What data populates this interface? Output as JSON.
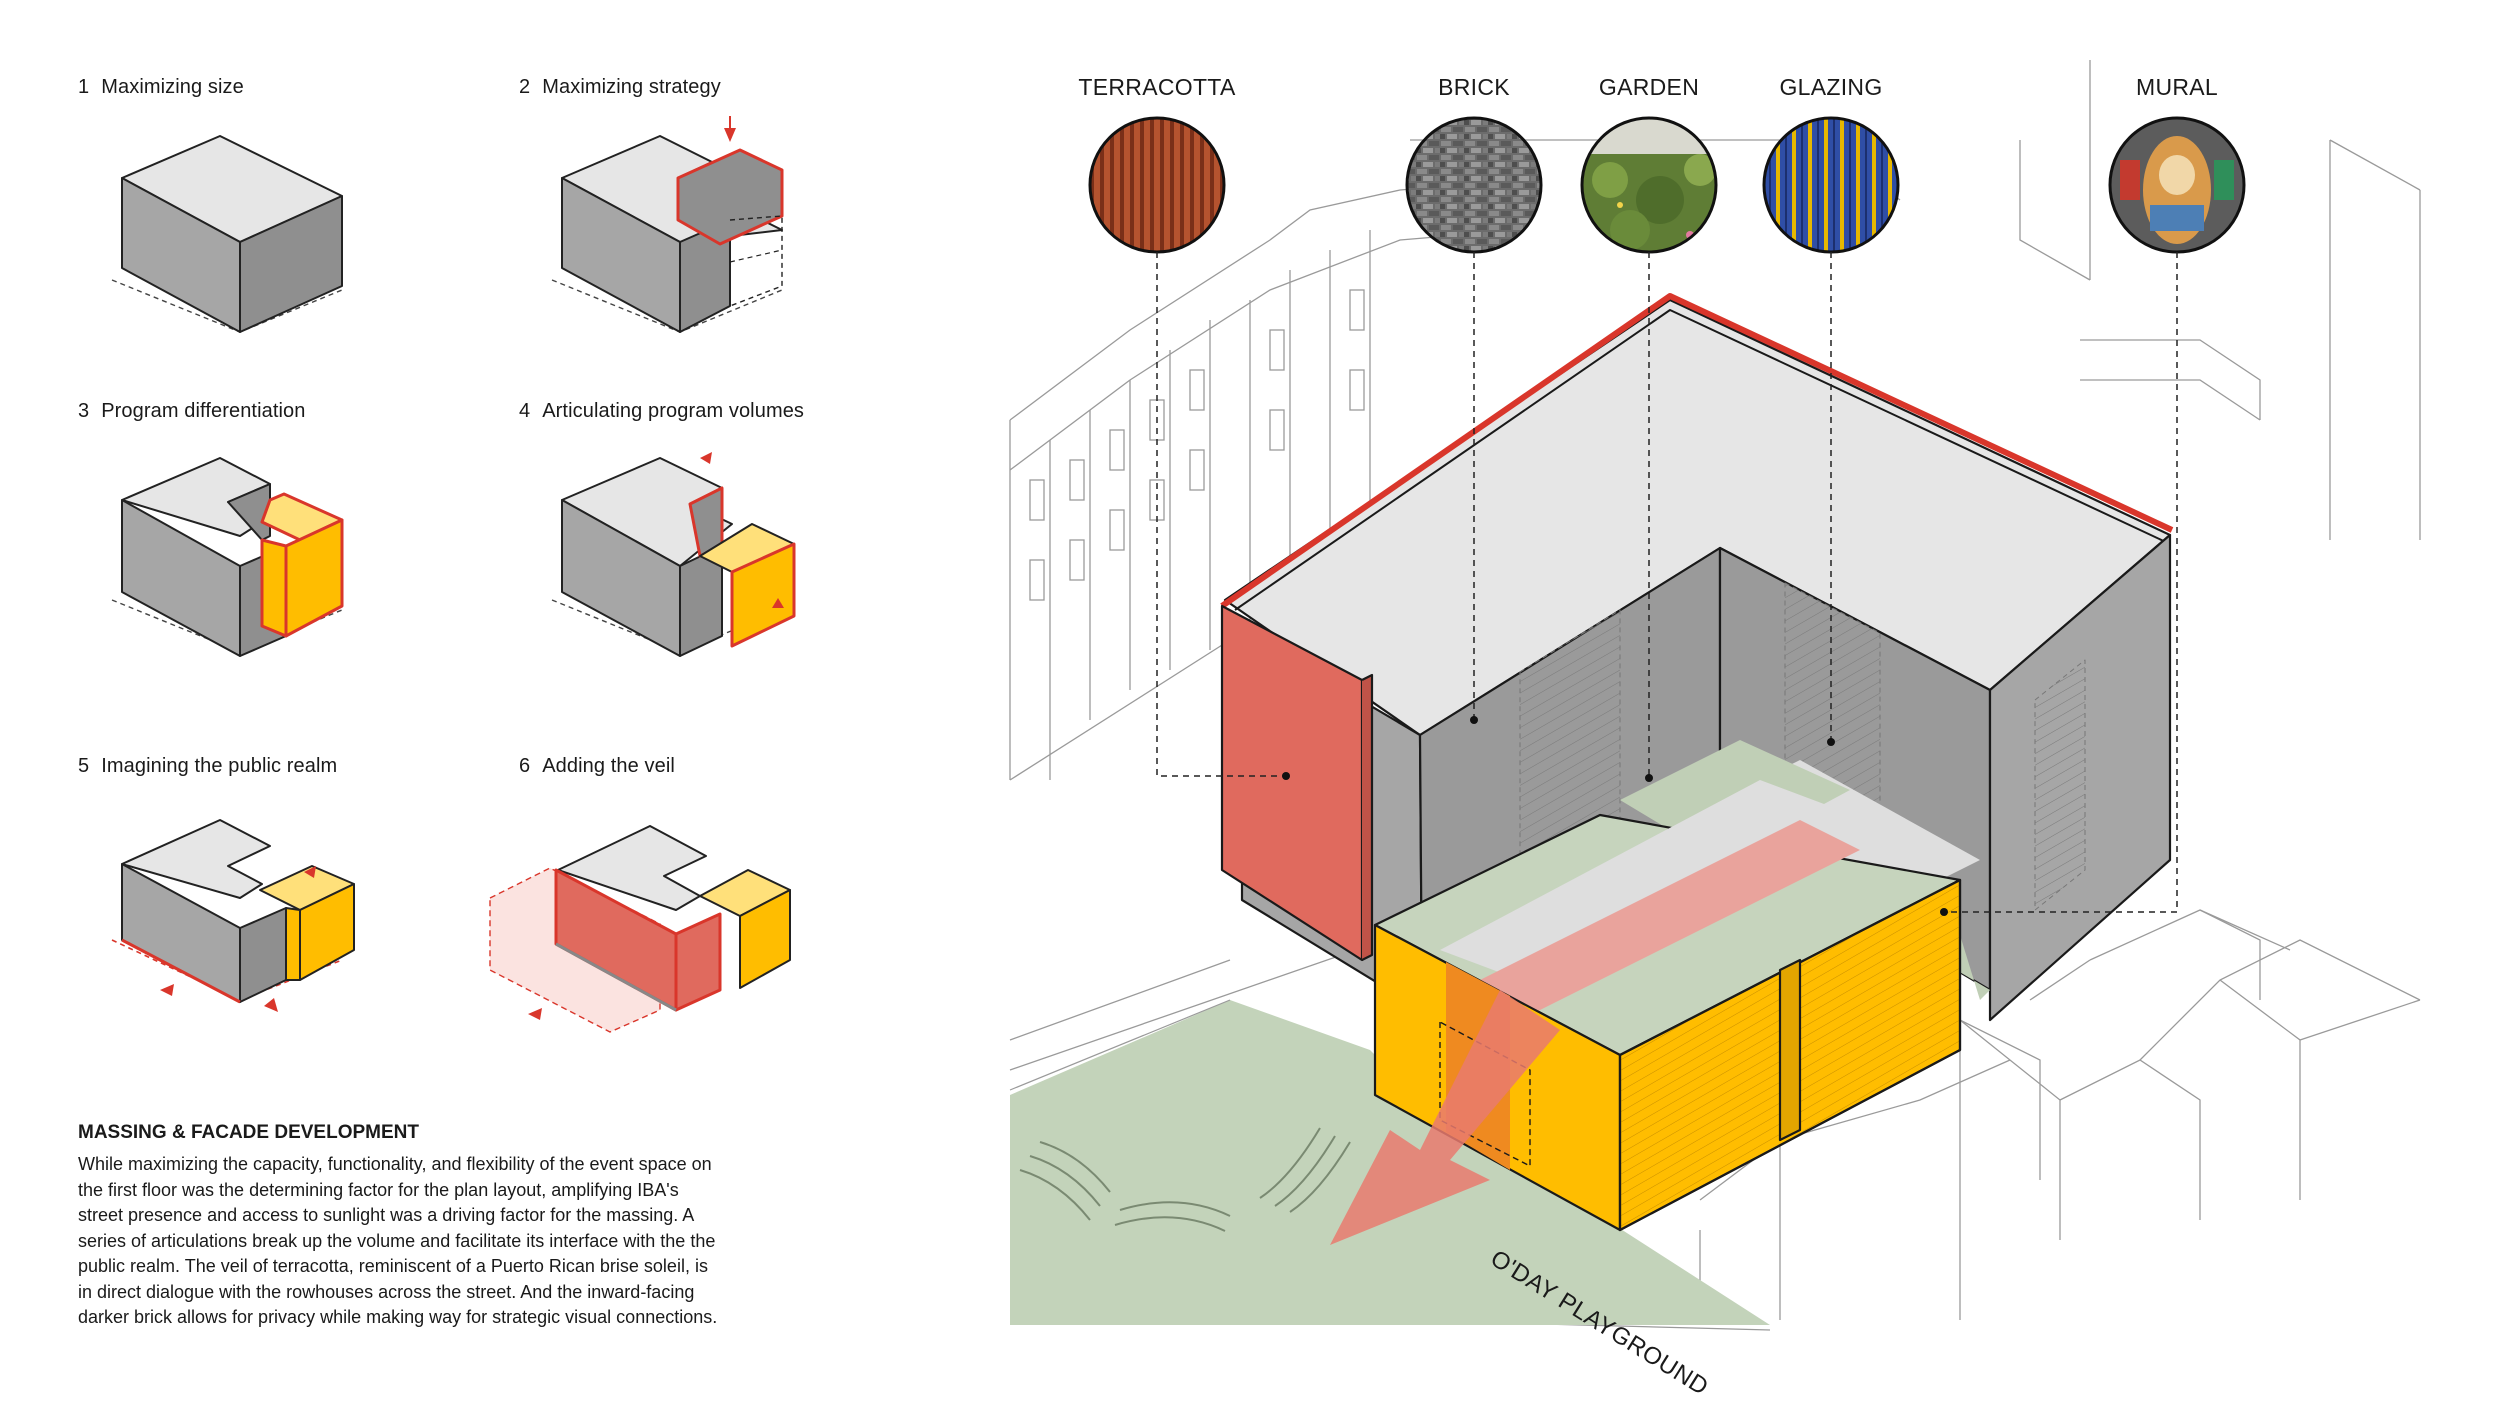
{
  "steps": [
    {
      "number": "1",
      "label": "Maximizing size"
    },
    {
      "number": "2",
      "label": "Maximizing strategy"
    },
    {
      "number": "3",
      "label": "Program differentiation"
    },
    {
      "number": "4",
      "label": "Articulating program volumes"
    },
    {
      "number": "5",
      "label": "Imagining the public realm"
    },
    {
      "number": "6",
      "label": "Adding the veil"
    }
  ],
  "materials": [
    {
      "label": "TERRACOTTA",
      "icon": "terracotta-swatch-icon"
    },
    {
      "label": "BRICK",
      "icon": "brick-swatch-icon"
    },
    {
      "label": "GARDEN",
      "icon": "garden-swatch-icon"
    },
    {
      "label": "GLAZING",
      "icon": "glazing-swatch-icon"
    },
    {
      "label": "MURAL",
      "icon": "mural-swatch-icon"
    }
  ],
  "description": {
    "title": "MASSING & FACADE DEVELOPMENT",
    "lines": [
      "While maximizing the capacity, functionality, and flexibility of the event space on",
      "the first floor was the determining factor for the plan layout, amplifying IBA's",
      "street presence and access to sunlight was a driving factor for the massing. A",
      "series of articulations break up the volume and facilitate its interface with the the",
      "public realm. The veil of terracotta, reminiscent of a Puerto Rican brise soleil, is",
      "in direct dialogue with the rowhouses across the street. And the inward-facing",
      "darker brick allows for privacy while making way for strategic visual connections."
    ]
  },
  "site_label": "O'DAY PLAYGROUND",
  "colors": {
    "gray_top": "#e6e6e6",
    "gray_side": "#a6a6a6",
    "gray_dark": "#8f8f8f",
    "yellow": "#ffbd00",
    "yellow_light": "#ffe07a",
    "terracotta": "#e06a5e",
    "red_edge": "#d9362b",
    "green": "#b9cdb0",
    "pink": "#f0a8a3"
  }
}
